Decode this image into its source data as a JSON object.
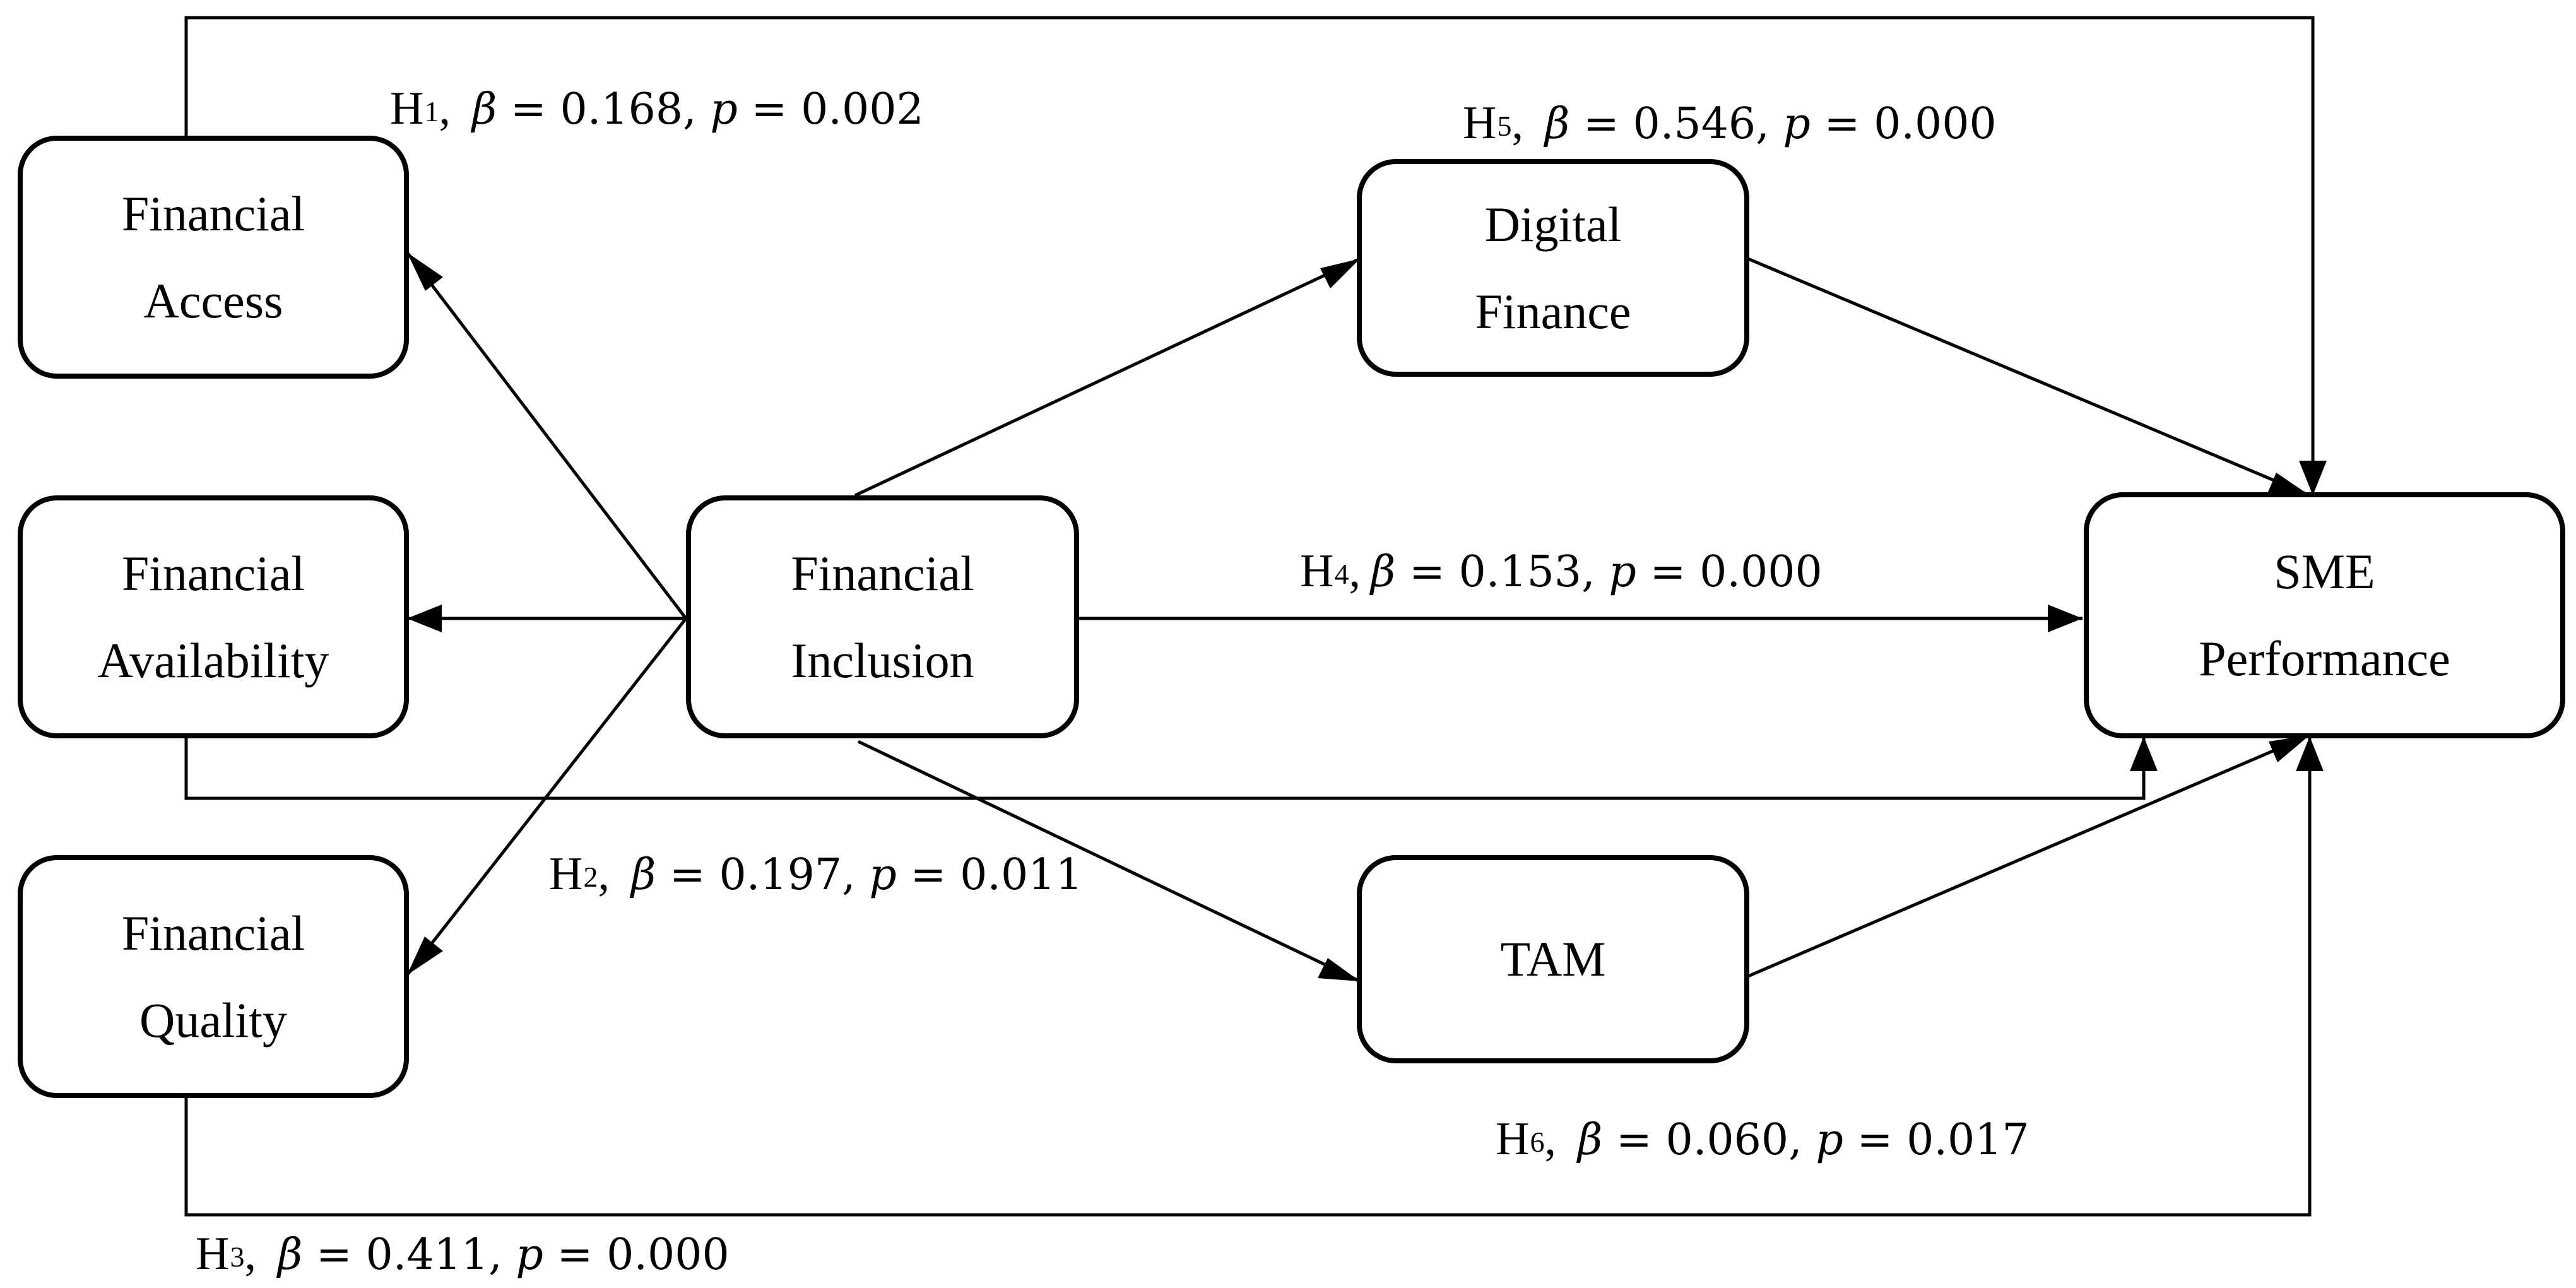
{
  "nodes": {
    "financial_access": {
      "line1": "Financial",
      "line2": "Access"
    },
    "financial_availability": {
      "line1": "Financial",
      "line2": "Availability"
    },
    "financial_quality": {
      "line1": "Financial",
      "line2": "Quality"
    },
    "financial_inclusion": {
      "line1": "Financial",
      "line2": "Inclusion"
    },
    "digital_finance": {
      "line1": "Digital",
      "line2": "Finance"
    },
    "tam": {
      "line1": "TAM"
    },
    "sme_performance": {
      "line1": "SME",
      "line2": "Performance"
    }
  },
  "hypotheses": {
    "h1": {
      "letter": "H",
      "index": "1",
      "beta": "0.168",
      "p": "0.002"
    },
    "h2": {
      "letter": "H",
      "index": "2",
      "beta": "0.197",
      "p": "0.011"
    },
    "h3": {
      "letter": "H",
      "index": "3",
      "beta": "0.411",
      "p": "0.000"
    },
    "h4": {
      "letter": "H",
      "index": "4",
      "beta": "0.153",
      "p": "0.000"
    },
    "h5": {
      "letter": "H",
      "index": "5",
      "beta": "0.546",
      "p": "0.000"
    },
    "h6": {
      "letter": "H",
      "index": "6",
      "beta": "0.060",
      "p": "0.017"
    }
  },
  "symbols": {
    "beta": "β",
    "p": "p",
    "equals": " = "
  }
}
